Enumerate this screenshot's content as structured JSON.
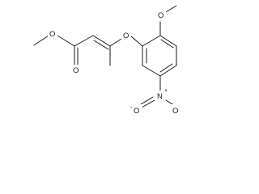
{
  "molecule": {
    "atom_labels": {
      "ester_o_single": "O",
      "ester_o_double": "O",
      "ether_o": "O",
      "methoxy_o": "O",
      "nitro_n": "N",
      "nitro_plus": "+",
      "nitro_o_left": "O",
      "nitro_o_minus": "-",
      "nitro_o_right": "O"
    }
  }
}
